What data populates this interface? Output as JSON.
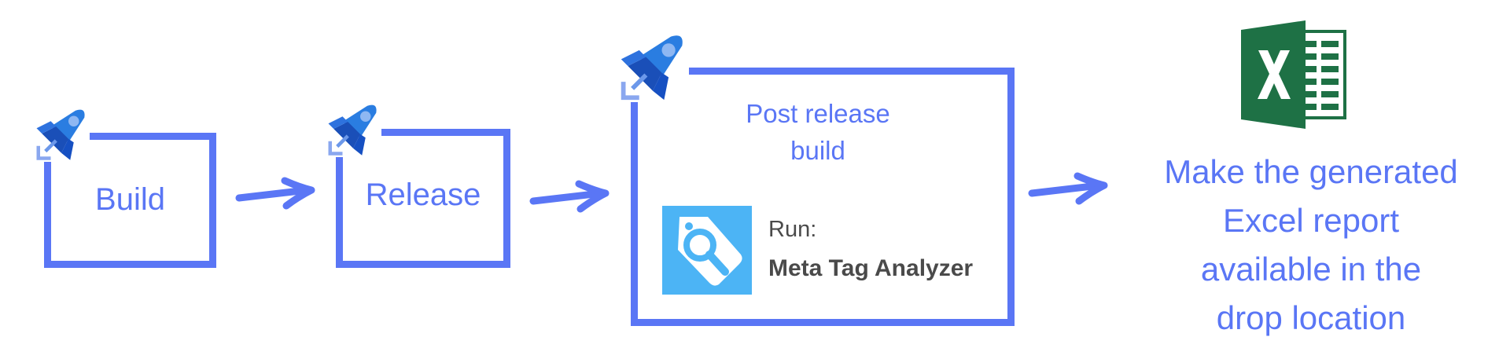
{
  "stages": {
    "build": {
      "label": "Build"
    },
    "release": {
      "label": "Release"
    },
    "post_release": {
      "label_line1": "Post release",
      "label_line2": "build",
      "run_prefix": "Run:",
      "tool_name": "Meta Tag Analyzer"
    }
  },
  "output": {
    "lines": [
      "Make the generated",
      "Excel report",
      "available in the",
      "drop location"
    ]
  },
  "icons": {
    "pipeline": "azure-pipelines-rocket-icon",
    "tool": "meta-tag-magnifier-icon",
    "excel": "excel-icon"
  },
  "colors": {
    "accent": "#5a76f5",
    "rocket_dark": "#1f5fd1",
    "rocket_light": "#4d9bf0",
    "tool_bg": "#4cb4f5",
    "excel_green": "#1e7145"
  }
}
